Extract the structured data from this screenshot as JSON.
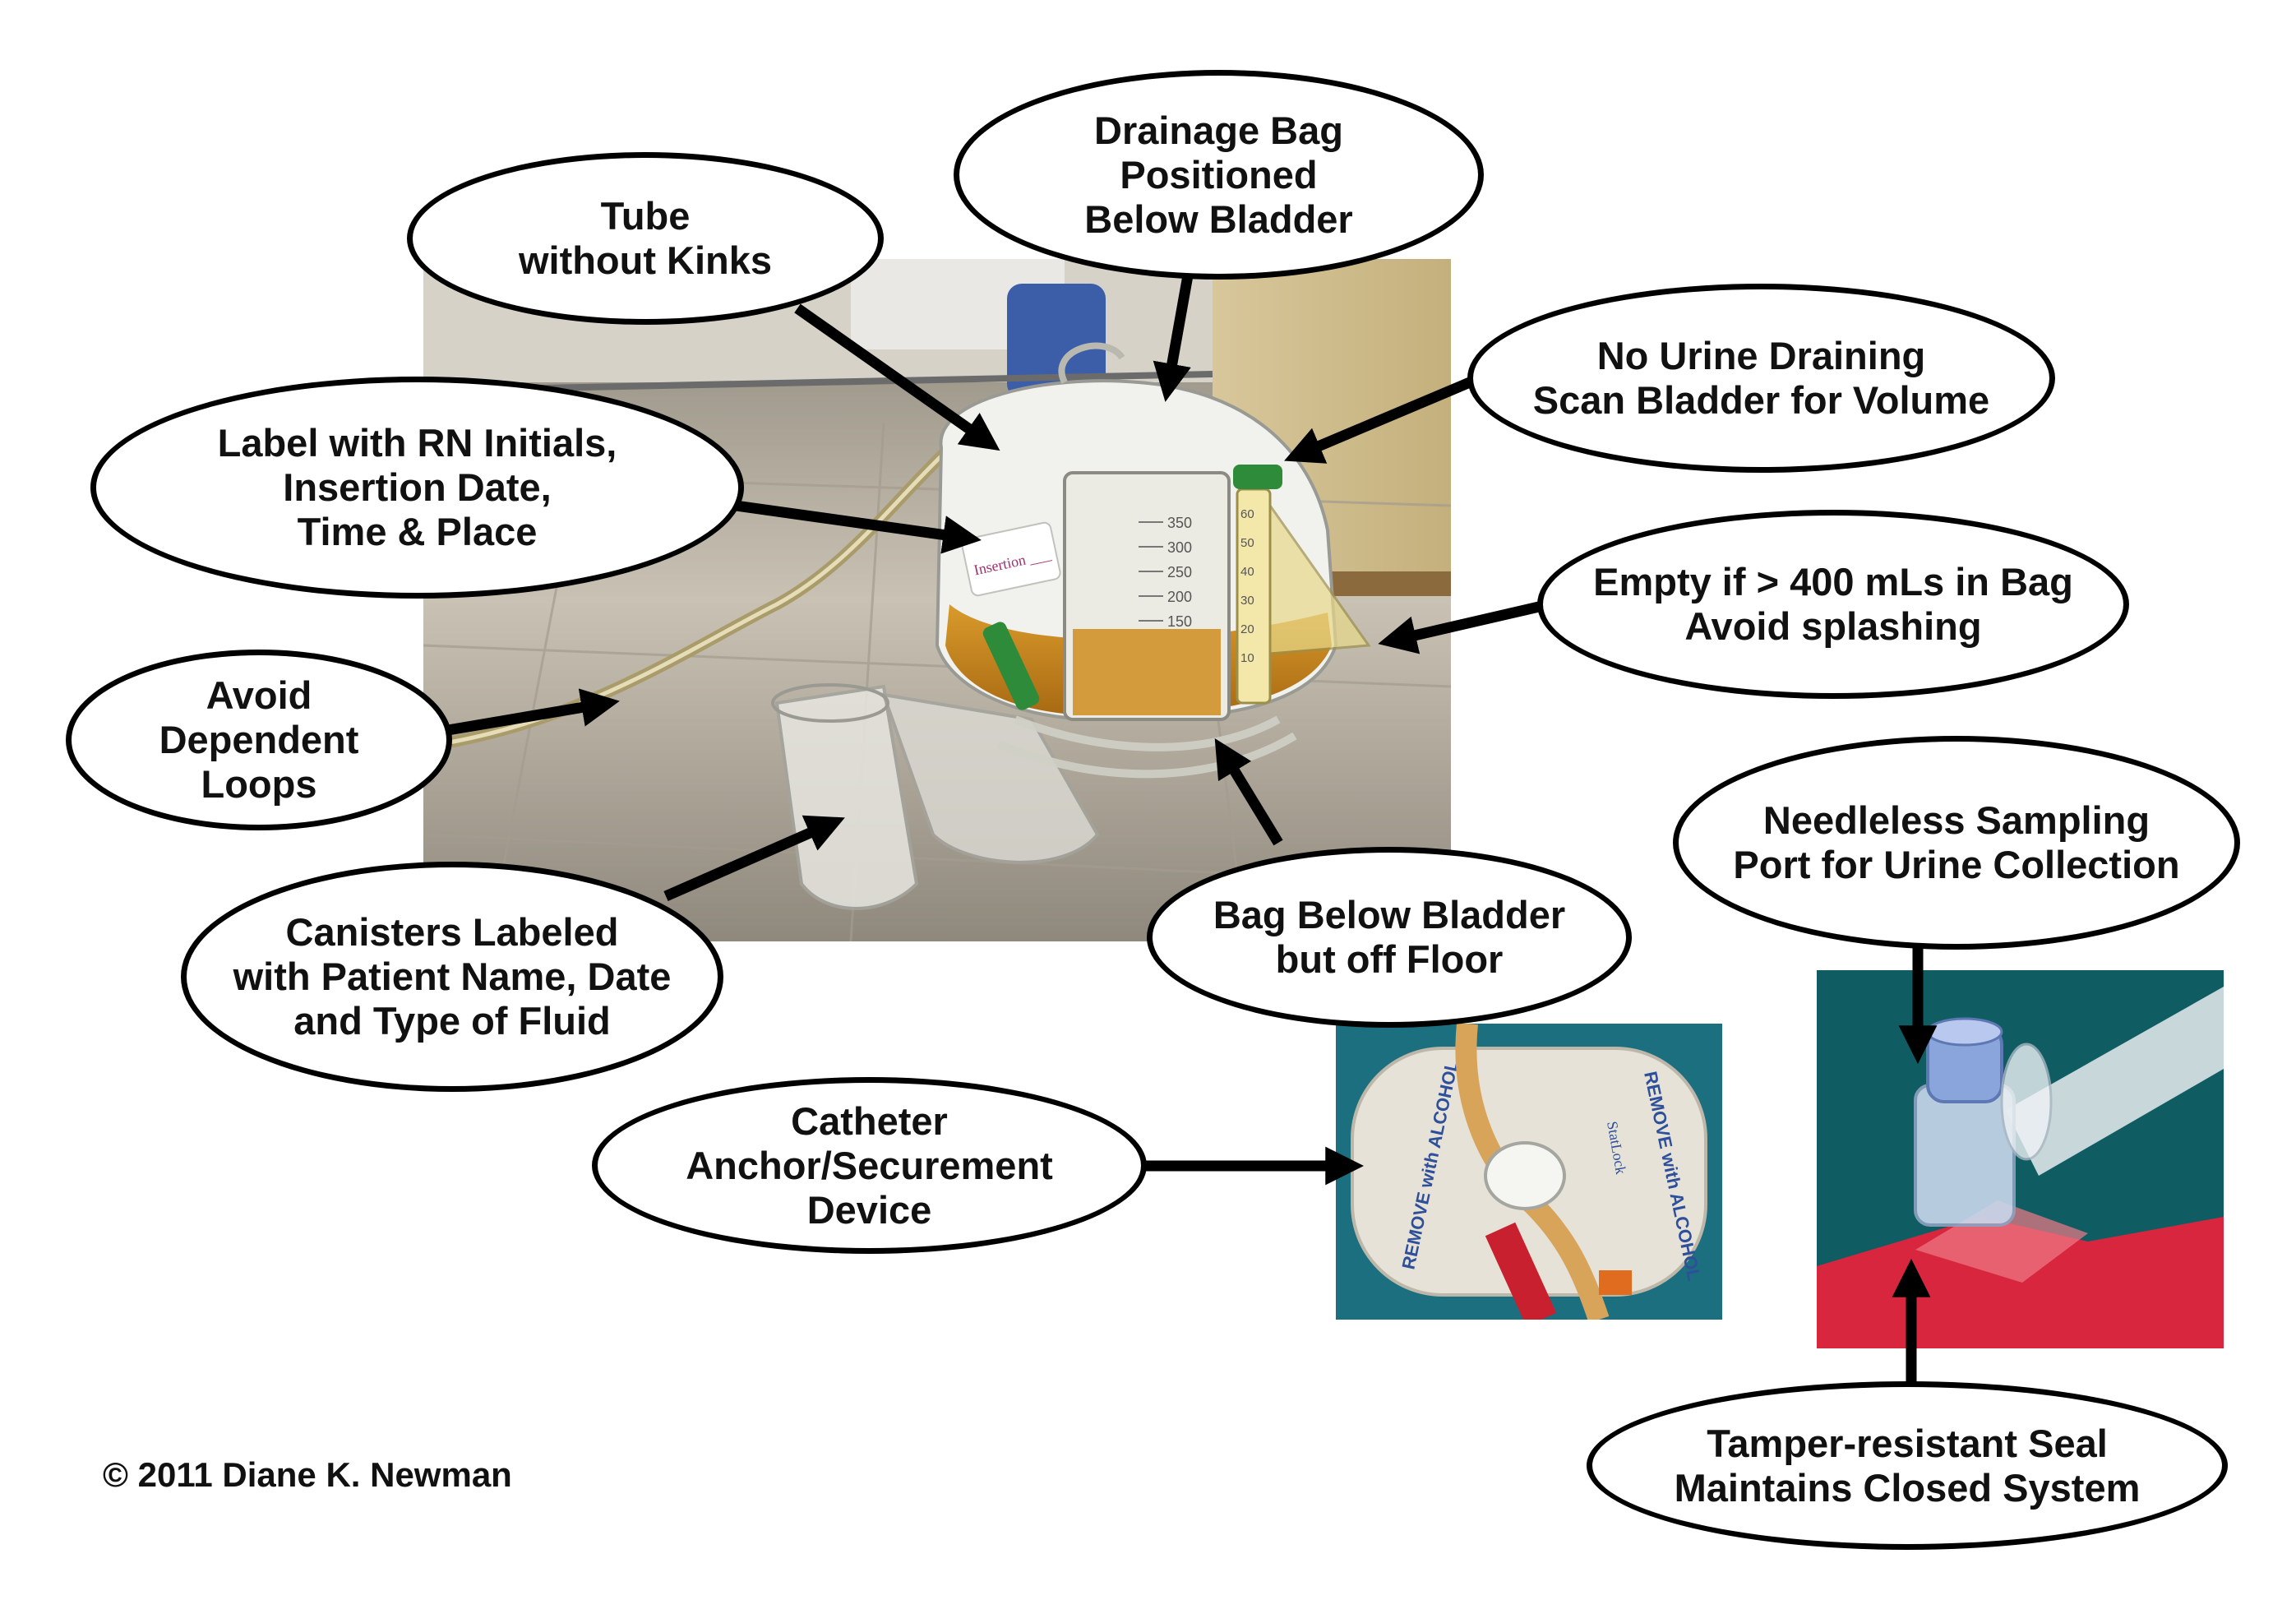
{
  "callouts": {
    "tube_without_kinks": "Tube\nwithout Kinks",
    "drainage_bag_positioned": "Drainage Bag\nPositioned\nBelow Bladder",
    "no_urine_draining": "No Urine Draining\nScan Bladder for Volume",
    "label_with_rn_initials": "Label with RN Initials,\nInsertion Date,\nTime & Place",
    "empty_if_over_400": "Empty if > 400 mLs in Bag\nAvoid splashing",
    "avoid_dependent_loops": "Avoid\nDependent\nLoops",
    "needleless_sampling_port": "Needleless Sampling\nPort for Urine Collection",
    "canisters_labeled": "Canisters Labeled\nwith Patient Name, Date\nand Type of Fluid",
    "bag_below_bladder": "Bag Below Bladder\nbut off Floor",
    "catheter_anchor": "Catheter\nAnchor/Securement\nDevice",
    "tamper_resistant_seal": "Tamper-resistant Seal\nMaintains Closed System"
  },
  "photo_text": {
    "bag_scale": [
      "350",
      "300",
      "250",
      "200",
      "150"
    ],
    "side_scale": [
      "60",
      "50",
      "40",
      "30",
      "20",
      "10"
    ],
    "anchor_left_text": "REMOVE with ALCOHOL",
    "anchor_right_text": "REMOVE with ALCOHOL",
    "anchor_brand": "StatLock",
    "label_handwriting": "Insertion ___"
  },
  "copyright": "© 2011 Diane K. Newman",
  "colors": {
    "arrow": "#000000",
    "urine": "#c98a22",
    "teal_background": "#0f5d6b",
    "sample_red": "#d7263d"
  }
}
